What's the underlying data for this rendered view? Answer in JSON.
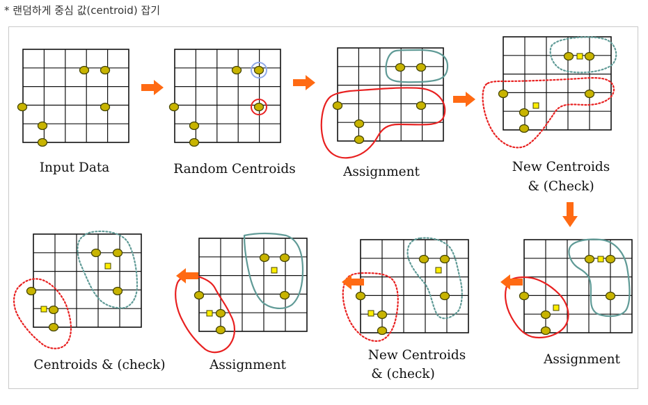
{
  "caption": "* 랜덤하게 중심 값(centroid) 잡기",
  "colors": {
    "grid": "#111111",
    "point_fill": "#c8b400",
    "point_stroke": "#444400",
    "centroid_fill": "#ffee00",
    "cluster_red": "#e82020",
    "cluster_teal": "#5f9a96",
    "initial_blue": "#8fa8e8",
    "arrow": "#ff6a13",
    "label": "#111111"
  },
  "steps": [
    {
      "label_lines": [
        "Input Data"
      ]
    },
    {
      "label_lines": [
        "Random Centroids"
      ]
    },
    {
      "label_lines": [
        "Assignment"
      ]
    },
    {
      "label_lines": [
        "New Centroids",
        "& (Check)"
      ]
    },
    {
      "label_lines": [
        "Assignment"
      ]
    },
    {
      "label_lines": [
        "New Centroids",
        "& (check)"
      ]
    },
    {
      "label_lines": [
        "Assignment"
      ]
    },
    {
      "label_lines": [
        "Centroids & (check)"
      ]
    }
  ]
}
